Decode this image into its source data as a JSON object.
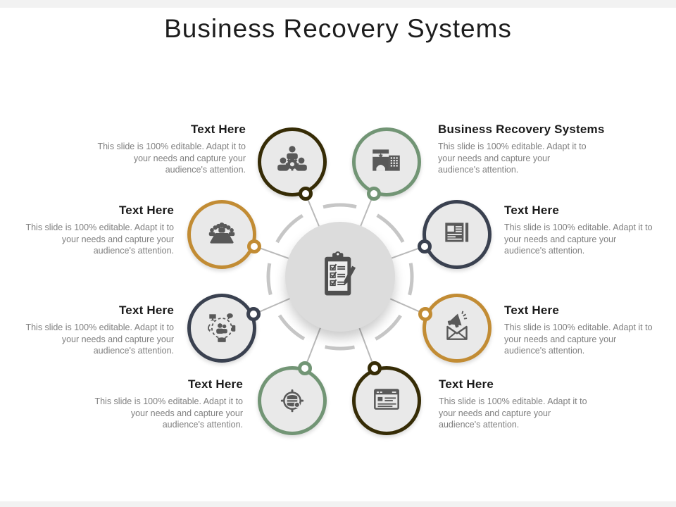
{
  "slide_title": "Business Recovery Systems",
  "center": {
    "icon": "clipboard-checklist-icon"
  },
  "nodes": [
    {
      "position": "top-left",
      "heading": "Text Here",
      "body": "This slide is 100% editable. Adapt it to your needs and capture your audience's attention.",
      "icon": "team-gear-icon",
      "ring_color": "#362c06"
    },
    {
      "position": "top-right",
      "heading": "Business Recovery Systems",
      "body": "This slide is 100% editable. Adapt it to your needs and capture your audience's attention.",
      "icon": "factory-building-icon",
      "ring_color": "#729575"
    },
    {
      "position": "right-upper",
      "heading": "Text Here",
      "body": "This slide is 100% editable. Adapt it to your needs and capture your audience's attention.",
      "icon": "newspaper-icon",
      "ring_color": "#3a4150"
    },
    {
      "position": "right-lower",
      "heading": "Text Here",
      "body": "This slide is 100% editable. Adapt it to your needs and capture your audience's attention.",
      "icon": "envelope-megaphone-icon",
      "ring_color": "#c28c34"
    },
    {
      "position": "bottom-right",
      "heading": "Text Here",
      "body": "This slide is 100% editable. Adapt it to your needs and capture your audience's attention.",
      "icon": "browser-window-icon",
      "ring_color": "#362c06"
    },
    {
      "position": "bottom-left",
      "heading": "Text Here",
      "body": "This slide is 100% editable. Adapt it to your needs and capture your audience's attention.",
      "icon": "database-target-icon",
      "ring_color": "#729575"
    },
    {
      "position": "left-lower",
      "heading": "Text Here",
      "body": "This slide is 100% editable. Adapt it to your needs and capture your audience's attention.",
      "icon": "people-network-icon",
      "ring_color": "#3a4150"
    },
    {
      "position": "left-upper",
      "heading": "Text Here",
      "body": "This slide is 100% editable. Adapt it to your needs and capture your audience's attention.",
      "icon": "meeting-table-icon",
      "ring_color": "#c28c34"
    }
  ],
  "colors": {
    "icon_gray": "#595959",
    "node_fill": "#e9e9e9",
    "hub_fill": "#dcdcdc",
    "ring_arc_gray": "#c6c6c6",
    "spoke_gray": "#b9b9b9",
    "heading_text": "#1a1a1a",
    "body_text": "#7f7f7f",
    "title_text": "#1d1d1d",
    "edge_strip": "#f2f2f2"
  }
}
